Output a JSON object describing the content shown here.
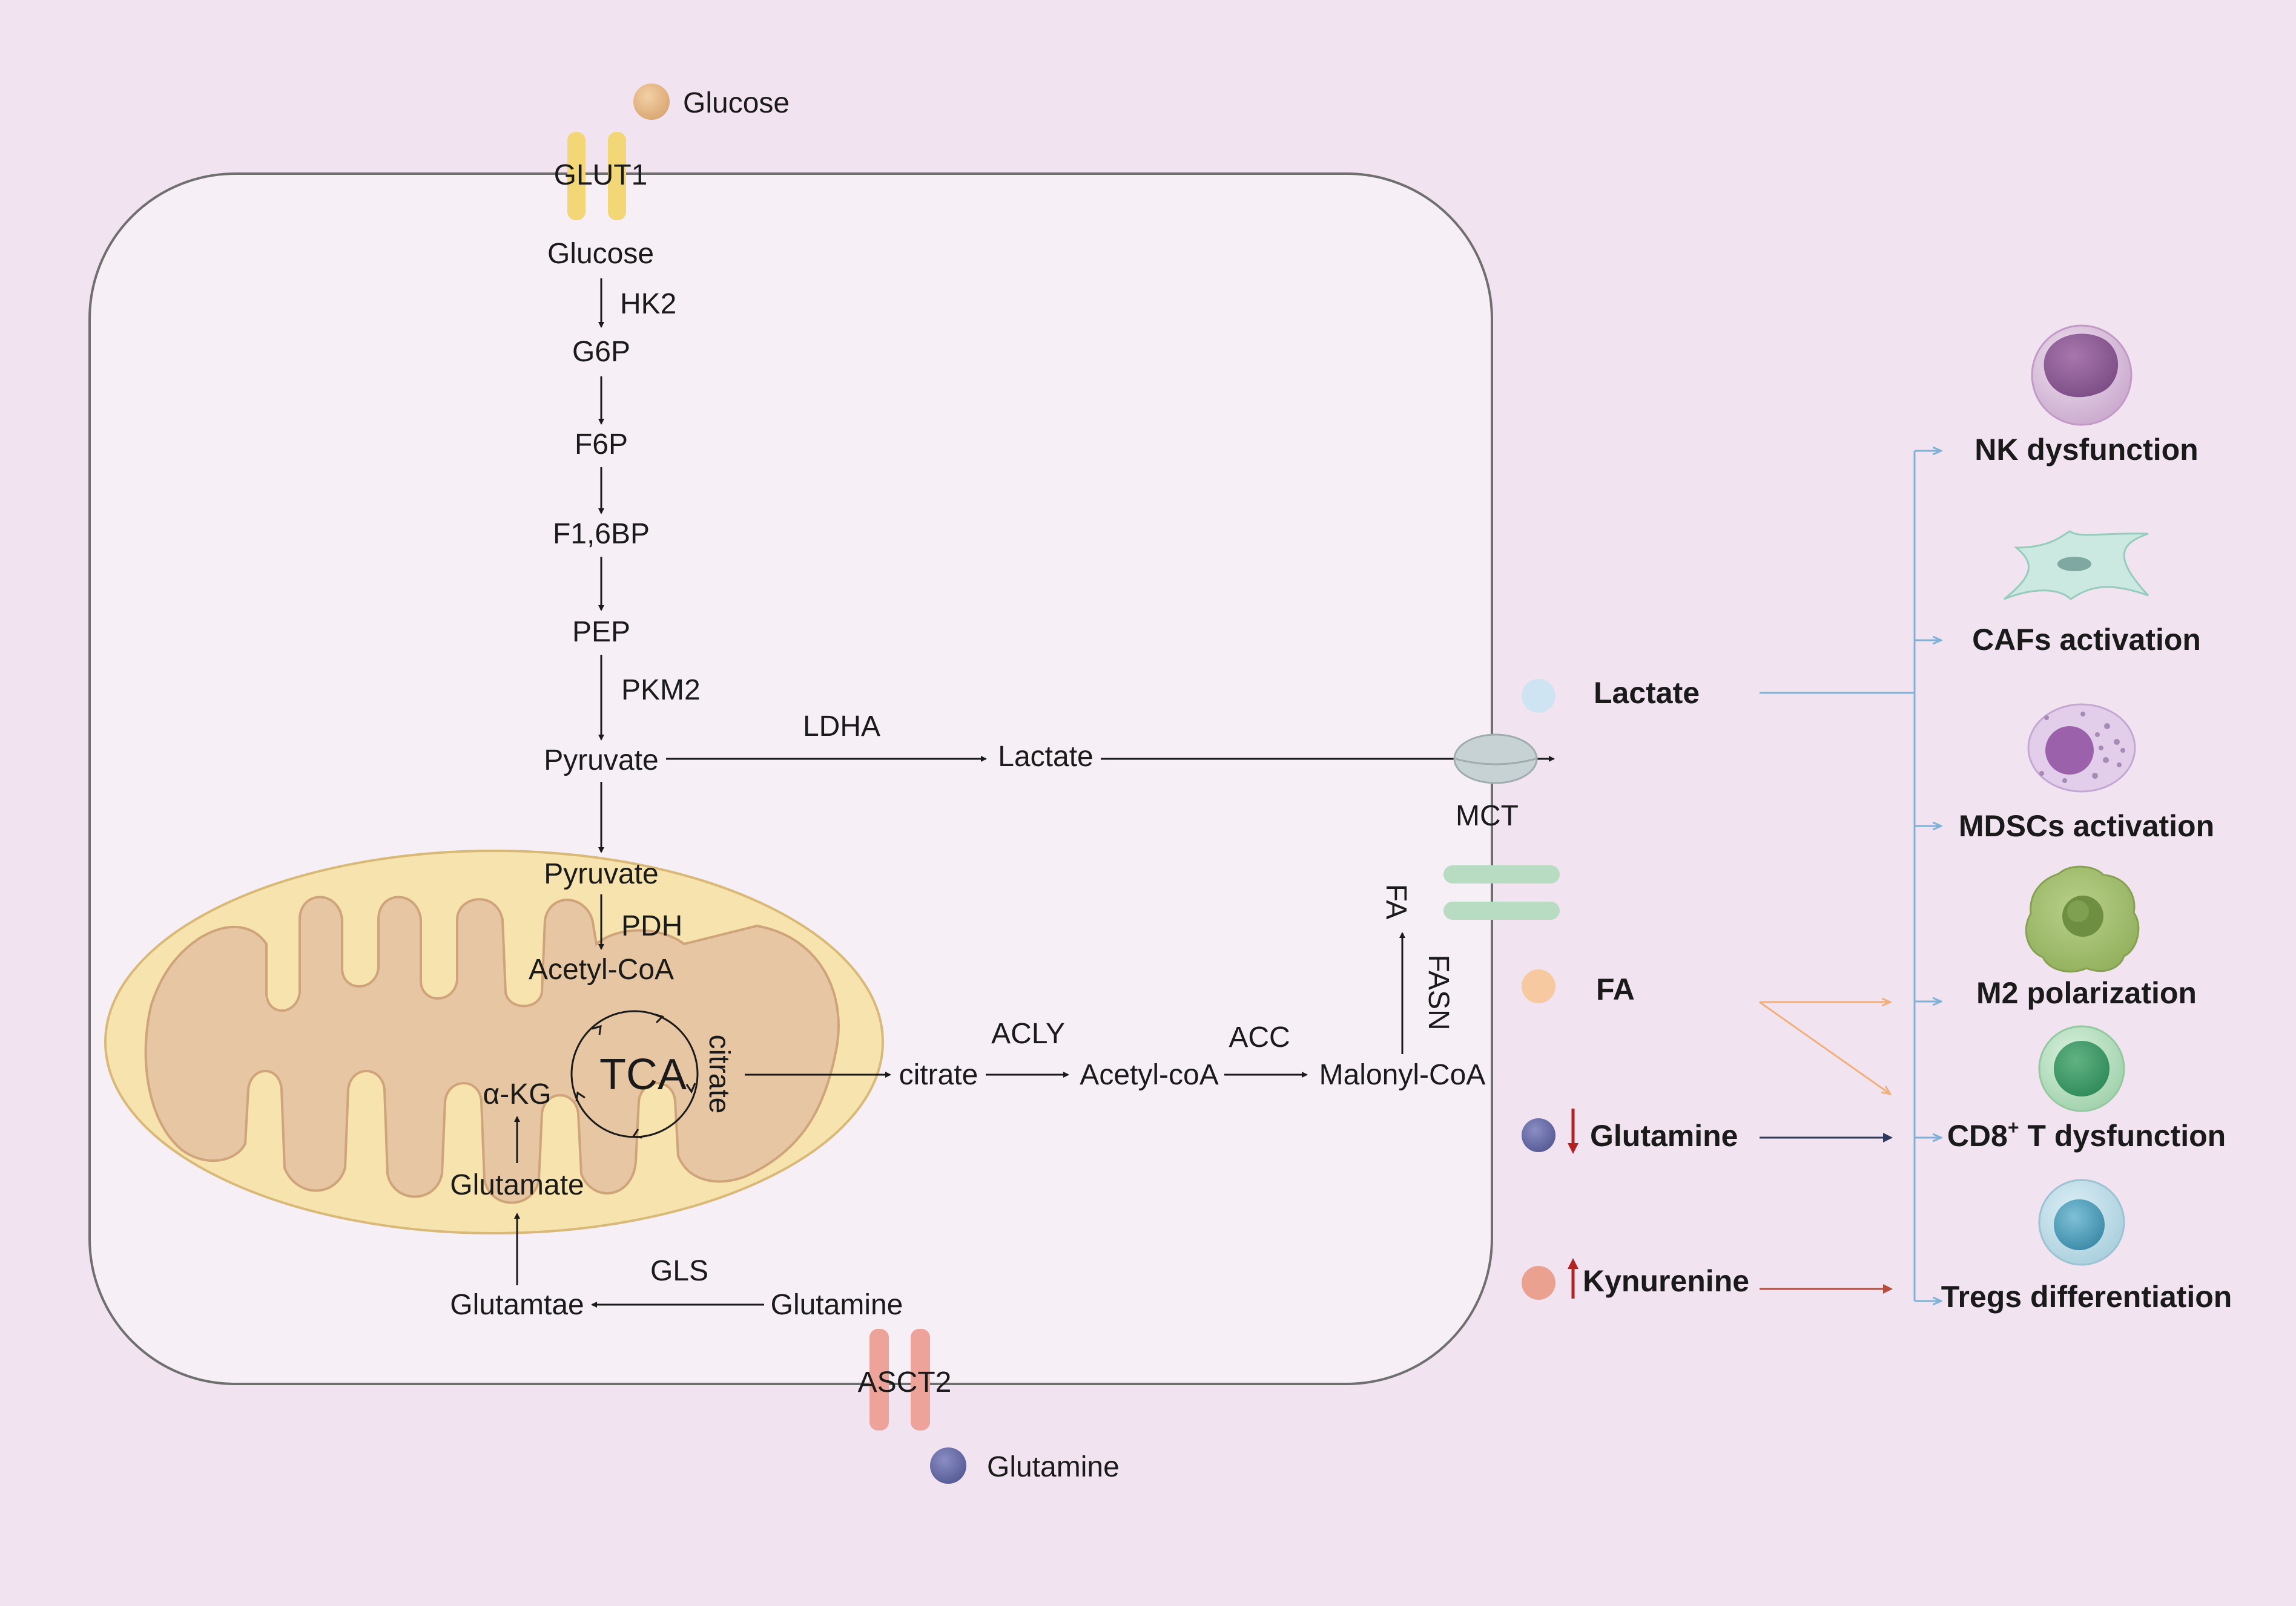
{
  "outside": {
    "glucose_label": "Glucose",
    "glutamine_label": "Glutamine",
    "glucose_color": "#e3b98a",
    "glutamine_color": "#6b6fa8"
  },
  "transporters": {
    "glut1": "GLUT1",
    "asct2": "ASCT2",
    "mct": "MCT"
  },
  "glycolysis": {
    "glucose": "Glucose",
    "hk2": "HK2",
    "g6p": "G6P",
    "f6p": "F6P",
    "f16bp": "F1,6BP",
    "pep": "PEP",
    "pkm2": "PKM2",
    "pyruvate": "Pyruvate",
    "ldha": "LDHA",
    "lactate": "Lactate"
  },
  "mitochondrion": {
    "pyruvate": "Pyruvate",
    "pdh": "PDH",
    "acetyl_coa": "Acetyl-CoA",
    "tca": "TCA",
    "citrate": "citrate",
    "akg": "α-KG",
    "glutamate": "Glutamate"
  },
  "glutaminolysis": {
    "glutamine": "Glutamine",
    "gls": "GLS",
    "glutamate_typo": "Glutamtae"
  },
  "lipogenesis": {
    "citrate": "citrate",
    "acly": "ACLY",
    "acetyl_coa": "Acetyl-coA",
    "acc": "ACC",
    "malonyl_coa": "Malonyl-CoA",
    "fasn": "FASN",
    "fa": "FA"
  },
  "metabolites": [
    {
      "label": "Lactate",
      "color": "#cfe4f3",
      "trend": ""
    },
    {
      "label": "FA",
      "color": "#f6c9a0",
      "trend": ""
    },
    {
      "label": "Glutamine",
      "color": "#6b6fa8",
      "trend": "down"
    },
    {
      "label": "Kynurenine",
      "color": "#eaa190",
      "trend": "up"
    }
  ],
  "effects": {
    "nk": "NK dysfunction",
    "cafs": "CAFs activation",
    "mdscs": "MDSCs activation",
    "m2": "M2 polarization",
    "cd8_prefix": "CD8",
    "cd8_sup": "+",
    "cd8_suffix": " T dysfunction",
    "tregs": "Tregs differentiation"
  },
  "colors": {
    "background": "#f1e4f0",
    "cell": "#f7eff6",
    "glut1": "#f3d777",
    "asct2": "#eea39a",
    "mct": "#c7d2d4",
    "fa_transporter": "#b7dcc2",
    "mito_outer": "#f6e3ad",
    "mito_inner": "#e7c6a3",
    "blue_arrow": "#7fb2d6",
    "orange_arrow": "#efb07c",
    "navy_arrow": "#2e3a5a",
    "red_arrow": "#b54c3c",
    "trend_arrow": "#b22222"
  }
}
